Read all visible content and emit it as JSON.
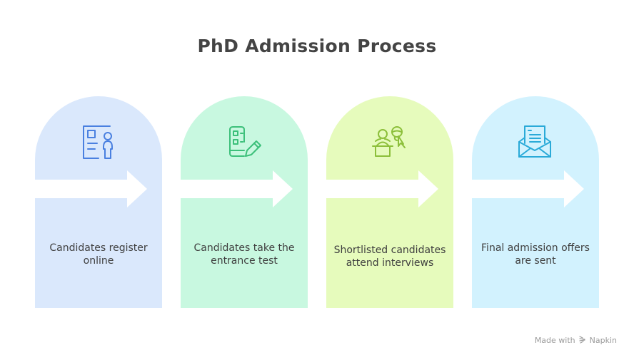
{
  "title": "PhD Admission Process",
  "steps": [
    {
      "text": "Candidates register online",
      "icon": "registration-form-icon",
      "bg": "#dae8fc",
      "accent": "#4a80e0"
    },
    {
      "text": "Candidates take the entrance test",
      "icon": "test-checklist-pencil-icon",
      "bg": "#c8f8e0",
      "accent": "#3cc07a"
    },
    {
      "text": "Shortlisted candidates attend interviews",
      "icon": "interview-podium-icon",
      "bg": "#e6fbbc",
      "accent": "#8cbf3a"
    },
    {
      "text": "Final admission offers are sent",
      "icon": "open-envelope-letter-icon",
      "bg": "#d2f2fe",
      "accent": "#2aaad8"
    }
  ],
  "footer": {
    "made_with": "Made with",
    "brand": "Napkin"
  }
}
